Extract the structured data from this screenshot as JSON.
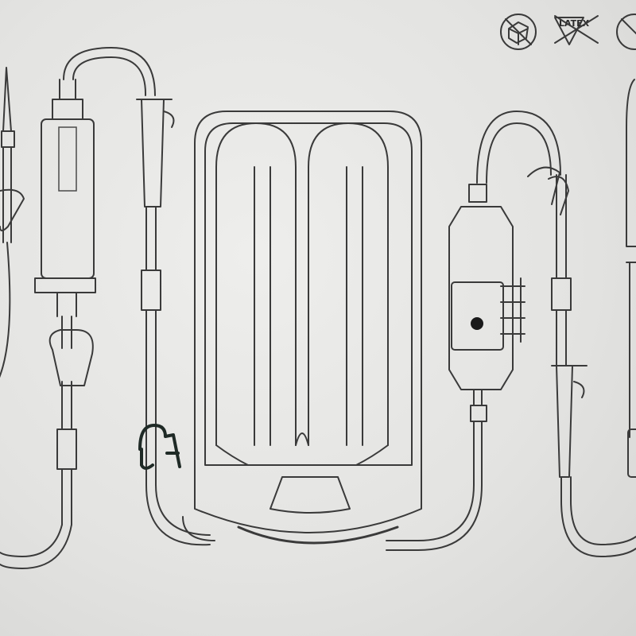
{
  "symbols": {
    "no_reuse": "no-box-symbol",
    "latex_free_label": "LATEX",
    "third": "no-symbol"
  },
  "colors": {
    "line": "#3a3a3a",
    "background": "#e2e2e0",
    "clamp": "#1f2a26"
  }
}
